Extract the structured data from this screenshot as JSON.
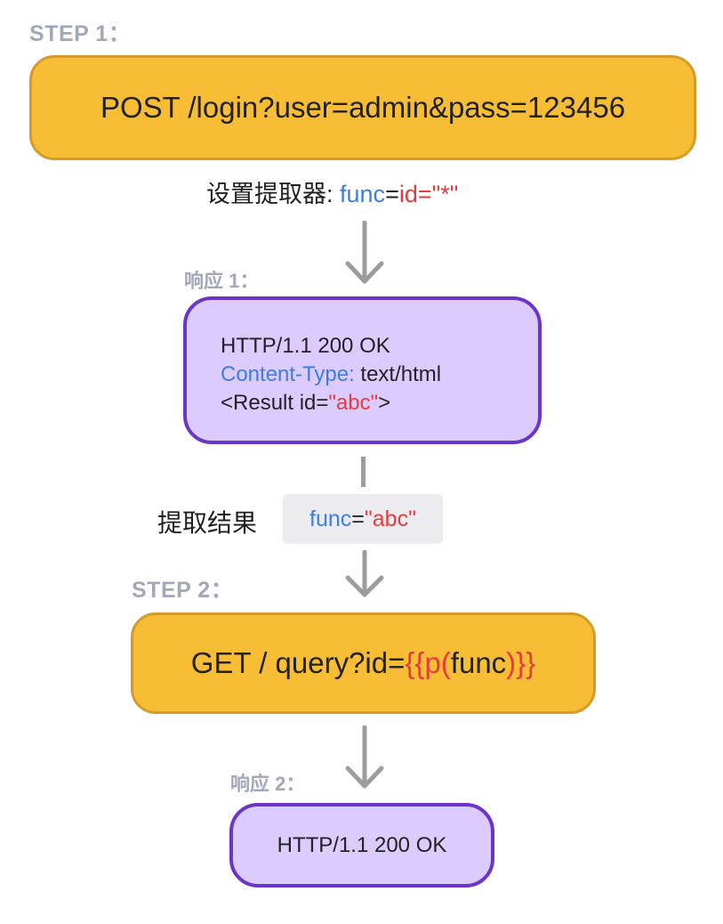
{
  "step1": {
    "label": "STEP 1：",
    "request": "POST /login?user=admin&pass=123456"
  },
  "extractor": {
    "prefix": "设置提取器: ",
    "func": "func",
    "eq": "=",
    "id": "id=",
    "value": "\"*\""
  },
  "response1": {
    "label": "响应 1：",
    "status": "HTTP/1.1 200 OK",
    "ct_key": "Content-Type:",
    "ct_val": " text/html",
    "result_pre": "<Result id=",
    "result_val": "\"abc\"",
    "result_post": ">"
  },
  "extract_result": {
    "label": "提取结果",
    "func": "func",
    "eq": "=",
    "value": "\"abc\""
  },
  "step2": {
    "label": "STEP 2：",
    "request_pre": "GET / query?id=",
    "open_braces": "{{",
    "p": "p",
    "open_paren": "(",
    "func": "func",
    "close_paren": ")",
    "close_braces": "}}"
  },
  "response2": {
    "label": "响应 2：",
    "status": "HTTP/1.1 200 OK"
  },
  "colors": {
    "orange_fill": "#f7bd35",
    "purple_fill": "#dccbff",
    "purple_border": "#6b35c9",
    "blue": "#3d7ee0",
    "red": "#e53d3d",
    "label_gray": "#a3a8b8"
  }
}
